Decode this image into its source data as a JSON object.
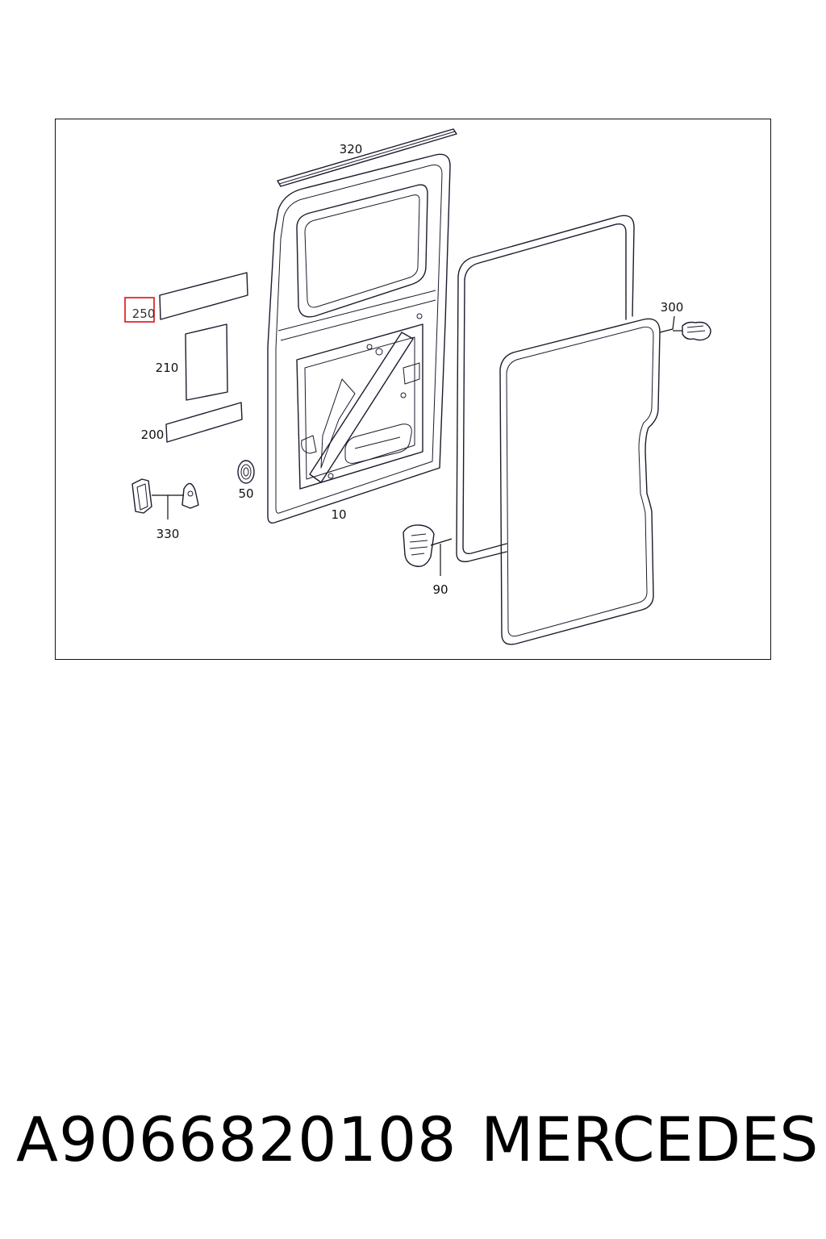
{
  "diagram": {
    "callouts": {
      "door": "10",
      "grommet": "50",
      "clip_90": "90",
      "strip_200": "200",
      "pad_210": "210",
      "strip_250": "250",
      "seal_300": "300",
      "molding_320": "320",
      "clip_330": "330"
    },
    "highlighted_callout": "250",
    "highlight_color": "#e0282e"
  },
  "footer": {
    "part_number": "A9066820108",
    "brand": "MERCEDES"
  }
}
